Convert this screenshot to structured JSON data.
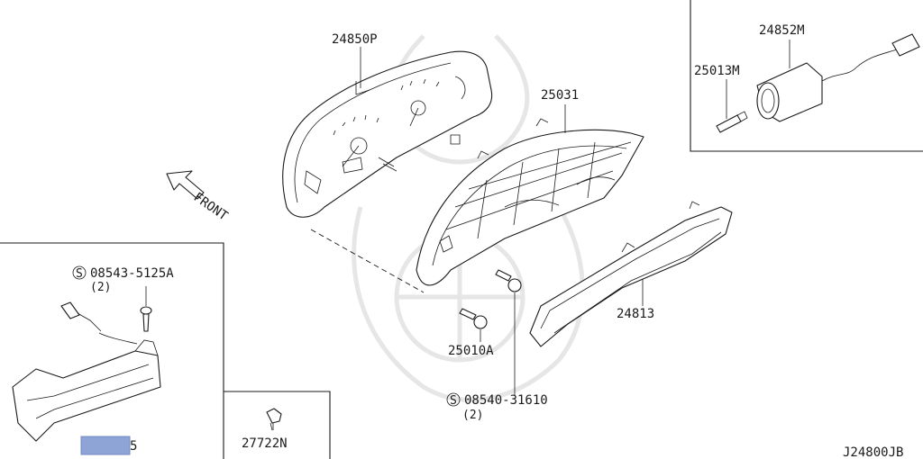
{
  "diagram_code": "J24800JB",
  "direction_label": "FRONT",
  "parts": {
    "meter_lens": "24850P",
    "meter_housing": "25031",
    "bracket": "24813",
    "sensor": "24852M",
    "bulb_socket": "25013M",
    "screw": "25010A",
    "clip": "27722N"
  },
  "fasteners": {
    "screw_top": {
      "code": "08543-5125A",
      "qty": "(2)"
    },
    "screw_bottom": {
      "code": "08540-31610",
      "qty": "(2)"
    }
  },
  "partial_label": "5",
  "colors": {
    "line": "#1a1a1a",
    "watermark": "#e6e6e6",
    "redaction": "#8fa4d6"
  }
}
